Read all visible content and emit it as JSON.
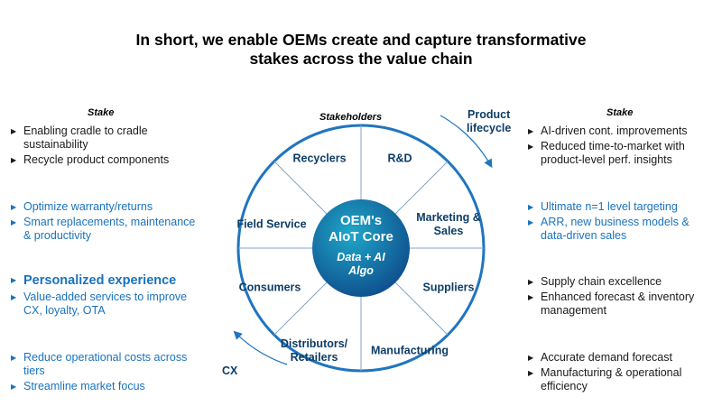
{
  "title": {
    "line1": "In short, we enable OEMs create and capture transformative",
    "line2": "stakes across the value chain"
  },
  "left": {
    "header": "Stake",
    "groups": [
      {
        "style": "dark",
        "items": [
          "Enabling cradle to cradle sustainability",
          "Recycle product components"
        ]
      },
      {
        "style": "blue",
        "items": [
          "Optimize warranty/returns",
          "Smart replacements, maintenance & productivity"
        ]
      },
      {
        "style": "blue",
        "bold": "Personalized experience",
        "items": [
          "Value-added services to improve CX, loyalty, OTA"
        ]
      },
      {
        "style": "blue",
        "items": [
          "Reduce operational costs across tiers",
          "Streamline market focus"
        ]
      }
    ]
  },
  "right": {
    "header": "Stake",
    "groups": [
      {
        "style": "dark",
        "items": [
          "AI-driven cont. improvements",
          "Reduced time-to-market with product-level perf. insights"
        ]
      },
      {
        "style": "blue",
        "items": [
          "Ultimate n=1 level targeting",
          "ARR, new business models & data-driven sales"
        ]
      },
      {
        "style": "dark",
        "items": [
          "Supply chain excellence",
          "Enhanced forecast & inventory management"
        ]
      },
      {
        "style": "dark",
        "items": [
          "Accurate demand forecast",
          "Manufacturing & operational efficiency"
        ]
      }
    ]
  },
  "wheel": {
    "stakeholders_label": "Stakeholders",
    "product_lifecycle": [
      "Product",
      "lifecycle"
    ],
    "cx_label": "CX",
    "segments": [
      {
        "lines": [
          "Recyclers"
        ]
      },
      {
        "lines": [
          "R&D"
        ]
      },
      {
        "lines": [
          "Marketing &",
          "Sales"
        ]
      },
      {
        "lines": [
          "Suppliers"
        ]
      },
      {
        "lines": [
          "Manufacturing"
        ]
      },
      {
        "lines": [
          "Distributors/",
          "Retailers"
        ]
      },
      {
        "lines": [
          "Consumers"
        ]
      },
      {
        "lines": [
          "Field Service"
        ]
      }
    ],
    "core": {
      "line1": "OEM's",
      "line2": "AIoT Core",
      "line3": "Data + AI",
      "line4": "Algo"
    }
  },
  "colors": {
    "ring": "#1f75c0",
    "dark_blue": "#0d3d66",
    "accent_blue": "#1a72bd",
    "spoke": "#7fa6c8",
    "core_start": "#0e4d8c",
    "core_end": "#1fa8c9"
  }
}
